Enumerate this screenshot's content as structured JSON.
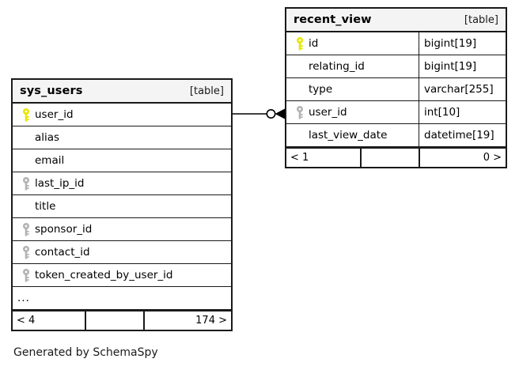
{
  "diagram": {
    "footer_text": "Generated by SchemaSpy",
    "table_tag": "[table]",
    "ellipsis": "...",
    "colors": {
      "primary_key": "#e6e600",
      "foreign_key": "#b3b3b3",
      "border": "#1a1a1a",
      "header_background": "#f4f4f4",
      "background": "#ffffff"
    }
  },
  "tables": [
    {
      "id": "sys_users",
      "name": "sys_users",
      "tag": "[table]",
      "show_types": false,
      "has_ellipsis": true,
      "columns": [
        {
          "name": "user_id",
          "key": "primary",
          "type": ""
        },
        {
          "name": "alias",
          "key": "none",
          "type": ""
        },
        {
          "name": "email",
          "key": "none",
          "type": ""
        },
        {
          "name": "last_ip_id",
          "key": "foreign",
          "type": ""
        },
        {
          "name": "title",
          "key": "none",
          "type": ""
        },
        {
          "name": "sponsor_id",
          "key": "foreign",
          "type": ""
        },
        {
          "name": "contact_id",
          "key": "foreign",
          "type": ""
        },
        {
          "name": "token_created_by_user_id",
          "key": "foreign",
          "type": ""
        }
      ],
      "footer": {
        "left": "< 4",
        "middle": "",
        "right": "174 >"
      }
    },
    {
      "id": "recent_view",
      "name": "recent_view",
      "tag": "[table]",
      "show_types": true,
      "has_ellipsis": false,
      "columns": [
        {
          "name": "id",
          "key": "primary",
          "type": "bigint[19]"
        },
        {
          "name": "relating_id",
          "key": "none",
          "type": "bigint[19]"
        },
        {
          "name": "type",
          "key": "none",
          "type": "varchar[255]"
        },
        {
          "name": "user_id",
          "key": "foreign",
          "type": "int[10]"
        },
        {
          "name": "last_view_date",
          "key": "none",
          "type": "datetime[19]"
        }
      ],
      "footer": {
        "left": "< 1",
        "middle": "",
        "right": "0 >"
      }
    }
  ],
  "relationships": [
    {
      "from_table": "sys_users",
      "from_column": "user_id",
      "to_table": "recent_view",
      "to_column": "user_id",
      "from_cardinality": "one",
      "to_cardinality": "zero-or-many"
    }
  ]
}
